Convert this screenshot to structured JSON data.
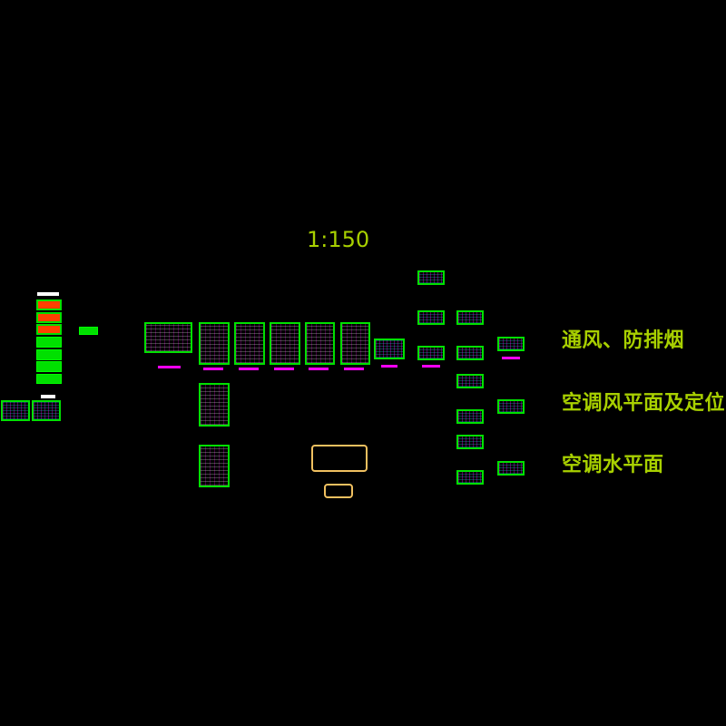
{
  "scale_label": "1:150",
  "section_labels": [
    "通风、防排烟",
    "空调风平面及定位",
    "空调水平面"
  ],
  "colors": {
    "background": "#000000",
    "label": "#a8d000",
    "frame": "#00e000",
    "caption": "#ff00ff",
    "title_block": "#f0c060"
  }
}
